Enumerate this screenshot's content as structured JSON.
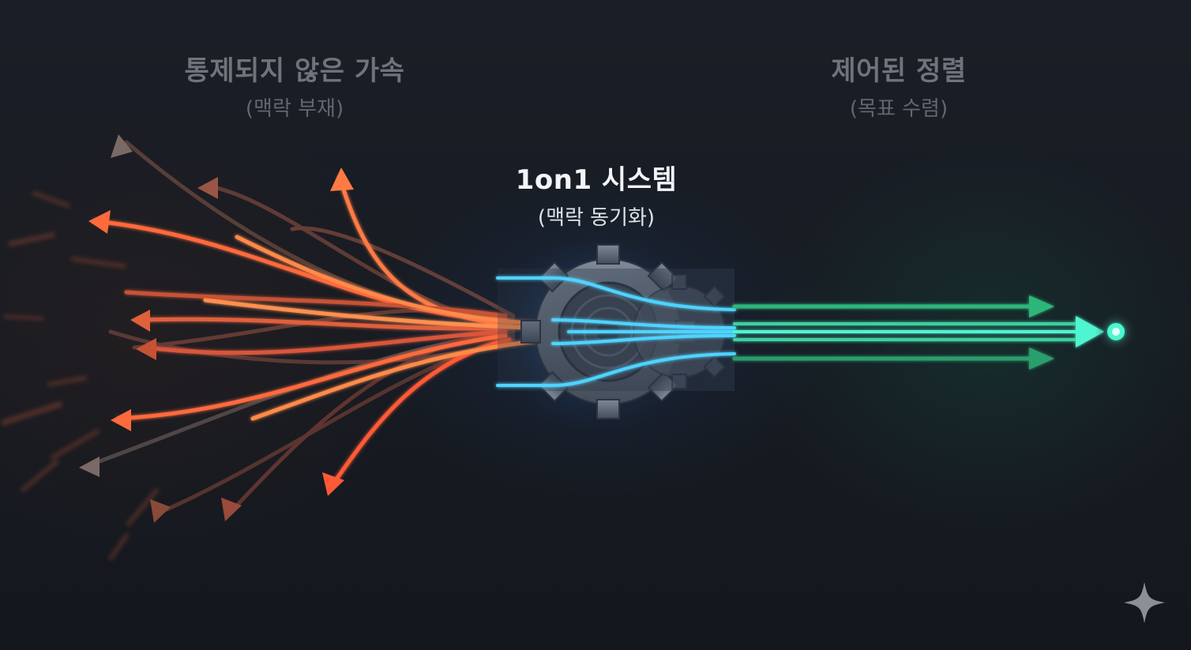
{
  "labels": {
    "left_title": "통제되지 않은 가속",
    "left_subtitle": "(맥락 부재)",
    "center_title": "1on1 시스템",
    "center_subtitle": "(맥락 동기화)",
    "right_title": "제어된 정렬",
    "right_subtitle": "(목표 수렴)"
  },
  "colors": {
    "chaos_orange": "#ff7a45",
    "chaos_red": "#d9573a",
    "chaos_brown": "#8a4a3a",
    "sync_blue": "#4fd3ff",
    "aligned_green": "#2fb67a",
    "target_teal": "#4ff5d0",
    "gear_gray": "#5b6676"
  },
  "icons": {
    "center": "gear-icon",
    "target": "target-dot-icon",
    "corner": "sparkle-icon"
  }
}
